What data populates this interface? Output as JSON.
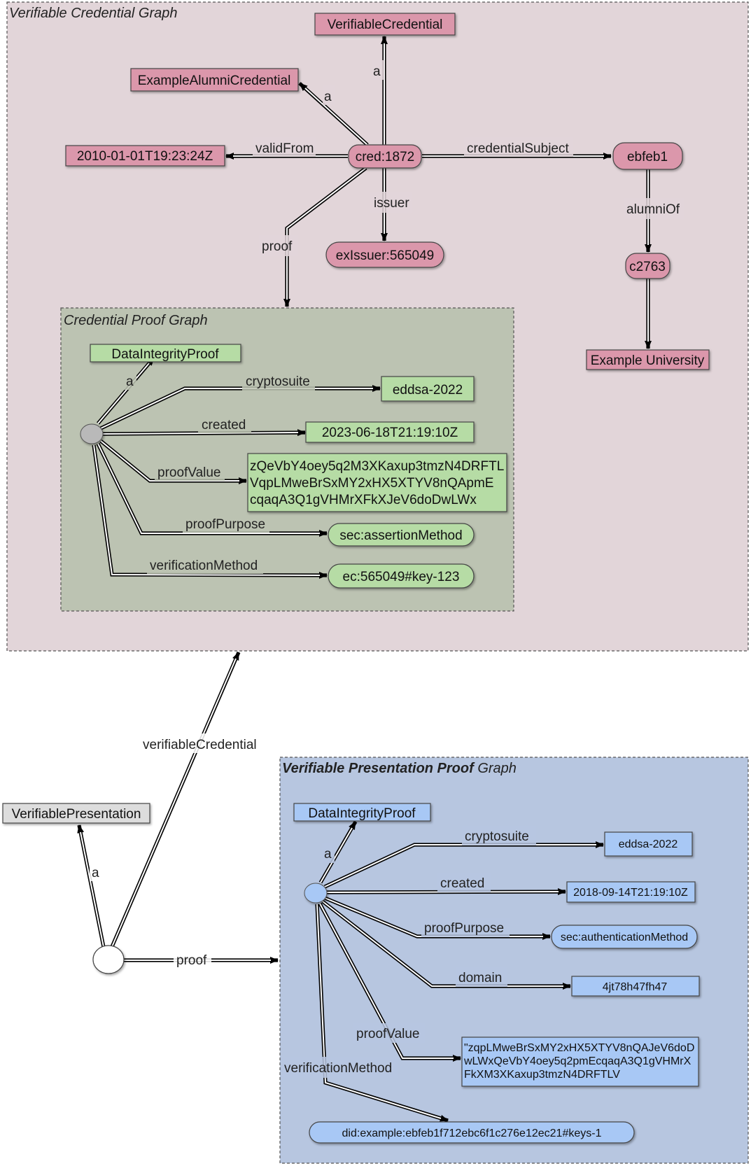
{
  "colors": {
    "pink_bg": "#e2d5d9",
    "green_bg": "#bcc3b2",
    "blue_bg": "#b7c6e0",
    "pink_node": "#db97ab",
    "green_node": "#b6dca5",
    "blue_node": "#a8c8f5",
    "gray_node": "#dddddd",
    "white_node": "#ffffff"
  },
  "groups": {
    "credential": "Verifiable Credential Graph",
    "credential_proof": "Credential Proof Graph",
    "presentation_proof_bold": "Verifiable Presentation Proof",
    "presentation_proof_rest": " Graph"
  },
  "nodes": {
    "verifiable_credential_type": "VerifiableCredential",
    "example_alumni_credential": "ExampleAlumniCredential",
    "valid_from_value": "2010-01-01T19:23:24Z",
    "cred_id": "cred:1872",
    "ebfeb1": "ebfeb1",
    "ex_issuer": "exIssuer:565049",
    "c2763": "c2763",
    "example_university": "Example University",
    "cp_type": "DataIntegrityProof",
    "cp_cryptosuite": "eddsa-2022",
    "cp_created": "2023-06-18T21:19:10Z",
    "cp_proof_value_1": "zQeVbY4oey5q2M3XKaxup3tmzN4DRFTL",
    "cp_proof_value_2": "VqpLMweBrSxMY2xHX5XTYV8nQApmE",
    "cp_proof_value_3": "cqaqA3Q1gVHMrXFkXJeV6doDwLWx",
    "cp_proof_purpose": "sec:assertionMethod",
    "cp_verification_method": "ec:565049#key-123",
    "vp_type": "VerifiablePresentation",
    "pp_type": "DataIntegrityProof",
    "pp_cryptosuite": "eddsa-2022",
    "pp_created": "2018-09-14T21:19:10Z",
    "pp_proof_purpose": "sec:authenticationMethod",
    "pp_domain": "4jt78h47fh47",
    "pp_proof_value_1": "\"zqpLMweBrSxMY2xHX5XTYV8nQAJeV6doD",
    "pp_proof_value_2": "wLWxQeVbY4oey5q2pmEcqaqA3Q1gVHMrX",
    "pp_proof_value_3": "FkXM3XKaxup3tmzN4DRFTLV",
    "pp_verification_method": "did:example:ebfeb1f712ebc6f1c276e12ec21#keys-1"
  },
  "edges": {
    "a_vc": "a",
    "a_alumni": "a",
    "valid_from": "validFrom",
    "credential_subject": "credentialSubject",
    "issuer": "issuer",
    "proof_cred": "proof",
    "alumni_of": "alumniOf",
    "cp_a": "a",
    "cp_cryptosuite": "cryptosuite",
    "cp_created": "created",
    "cp_proof_value": "proofValue",
    "cp_proof_purpose": "proofPurpose",
    "cp_verification_method": "verificationMethod",
    "verifiable_credential": "verifiableCredential",
    "vp_a": "a",
    "vp_proof": "proof",
    "pp_a": "a",
    "pp_cryptosuite": "cryptosuite",
    "pp_created": "created",
    "pp_proof_purpose": "proofPurpose",
    "pp_domain": "domain",
    "pp_proof_value": "proofValue",
    "pp_verification_method": "verificationMethod"
  }
}
